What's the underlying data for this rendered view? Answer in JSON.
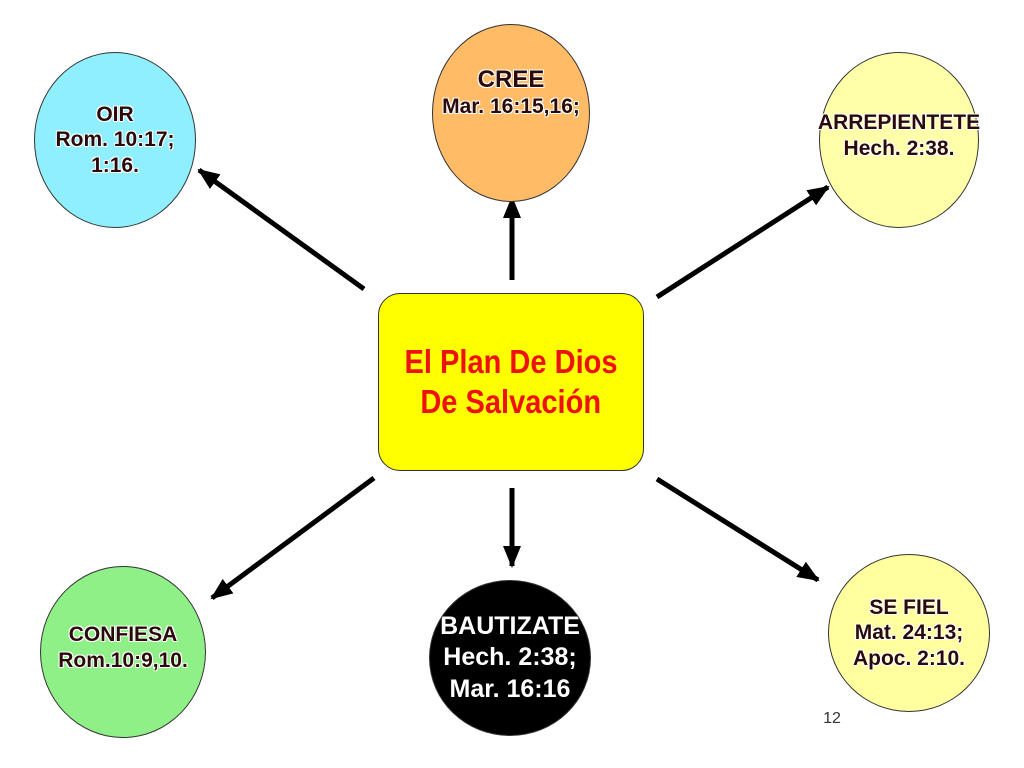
{
  "center": {
    "line1": "El Plan De Dios",
    "line2": "De Salvación"
  },
  "nodes": {
    "oir": {
      "lines": [
        "OIR",
        "Rom. 10:17;",
        "1:16."
      ]
    },
    "cree": {
      "lines": [
        "CREE",
        "Mar. 16:15,16;"
      ]
    },
    "arrepientete": {
      "lines": [
        "ARREPIENTETE",
        "Hech. 2:38."
      ]
    },
    "confiesa": {
      "lines": [
        "CONFIESA",
        "Rom.10:9,10."
      ]
    },
    "bautizate": {
      "lines": [
        "BAUTIZATE",
        "Hech. 2:38;",
        "Mar. 16:16"
      ]
    },
    "se_fiel": {
      "lines": [
        "SE FIEL",
        "Mat. 24:13;",
        "Apoc. 2:10."
      ]
    }
  },
  "page_number": "12",
  "colors": {
    "center_fill": "#ffff00",
    "center_text": "#ee1111",
    "oir_fill": "#8fefff",
    "cree_fill": "#ffbb66",
    "arrepientete_fill": "#ffffaa",
    "confiesa_fill": "#8ef086",
    "bautizate_fill": "#000000",
    "se_fiel_fill": "#ffffa0"
  }
}
